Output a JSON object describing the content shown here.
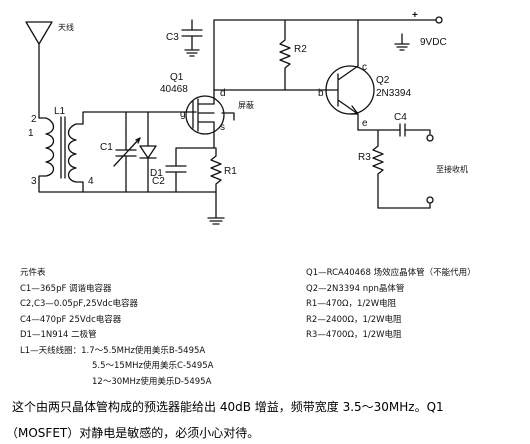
{
  "labels": {
    "antenna": "天线",
    "c3": "C3",
    "r2": "R2",
    "plus": "+",
    "supply": "9VDC",
    "q1": "Q1",
    "q1_part": "40468",
    "d": "d",
    "g": "g",
    "s": "s",
    "shield": "屏蔽",
    "b": "b",
    "c": "c",
    "e": "e",
    "q2": "Q2",
    "q2_part": "2N3394",
    "l1": "L1",
    "c1": "C1",
    "d1": "D1",
    "c2": "C2",
    "r1": "R1",
    "c4": "C4",
    "r3": "R3",
    "receiver": "至接收机",
    "pin1": "1",
    "pin2": "2",
    "pin3": "3",
    "pin4": "4"
  },
  "parts_title": "元件表",
  "parts_left": [
    "C1—365pF 调谐电容器",
    "C2,C3—0.05pF,25Vdc电容器",
    "C4—470pF 25Vdc电容器",
    "D1—1N914 二极管",
    "L1—天线线圈：1.7～5.5MHz使用美乐B-5495A",
    "5.5～15MHz使用美乐C-5495A",
    "12～30MHz使用美乐D-5495A"
  ],
  "parts_right": [
    "Q1—RCA40468 场效应晶体管（不能代用）",
    "Q2—2N3394 npn晶体管",
    "R1—470Ω，1/2W电阻",
    "R2—2400Ω，1/2W电阻",
    "R3—4700Ω，1/2W电阻"
  ],
  "caption_line1": "这个由两只晶体管构成的预选器能给出 40dB 增益，频带宽度 3.5～30MHz。Q1",
  "caption_line2": "（MOSFET）对静电是敏感的，必须小心对待。"
}
